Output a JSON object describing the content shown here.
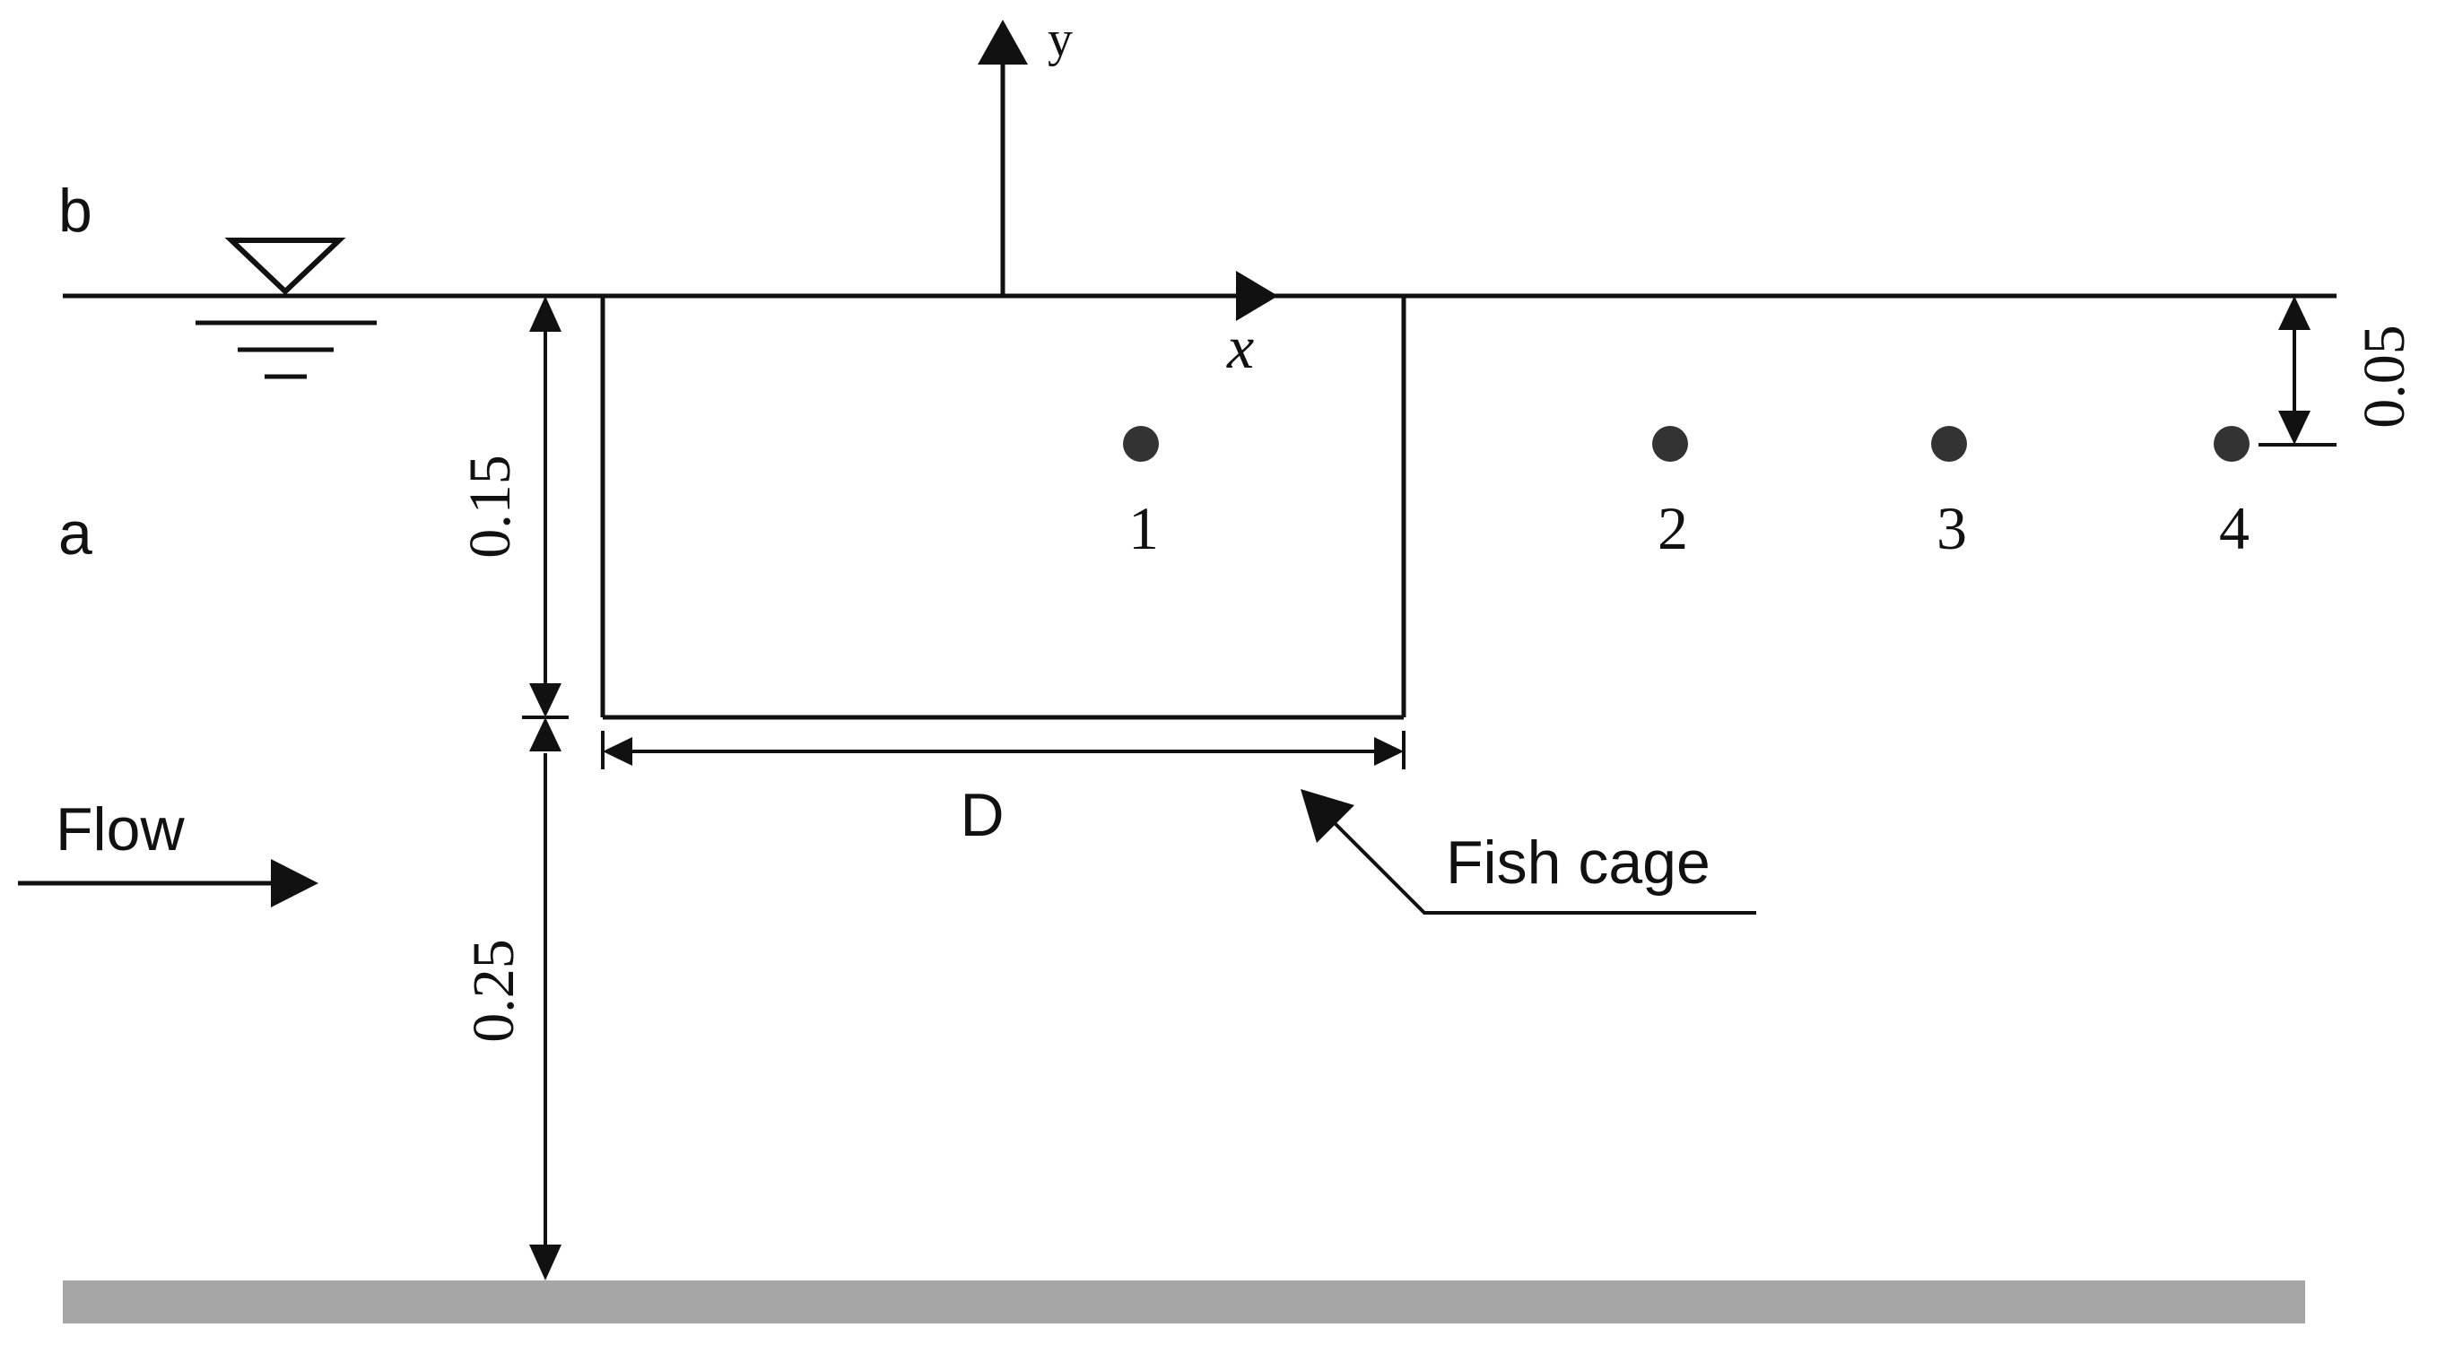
{
  "labels": {
    "panel_b": "b",
    "panel_a": "a",
    "y_axis": "y",
    "x_axis": "x",
    "flow": "Flow",
    "cage_width": "D",
    "fish_cage": "Fish cage"
  },
  "dimensions": {
    "cage_depth": "0.15",
    "below_cage": "0.25",
    "probe_depth": "0.05"
  },
  "points": [
    "1",
    "2",
    "3",
    "4"
  ],
  "colors": {
    "ink": "#111111",
    "seabed": "#a6a6a6",
    "point": "#333333"
  }
}
